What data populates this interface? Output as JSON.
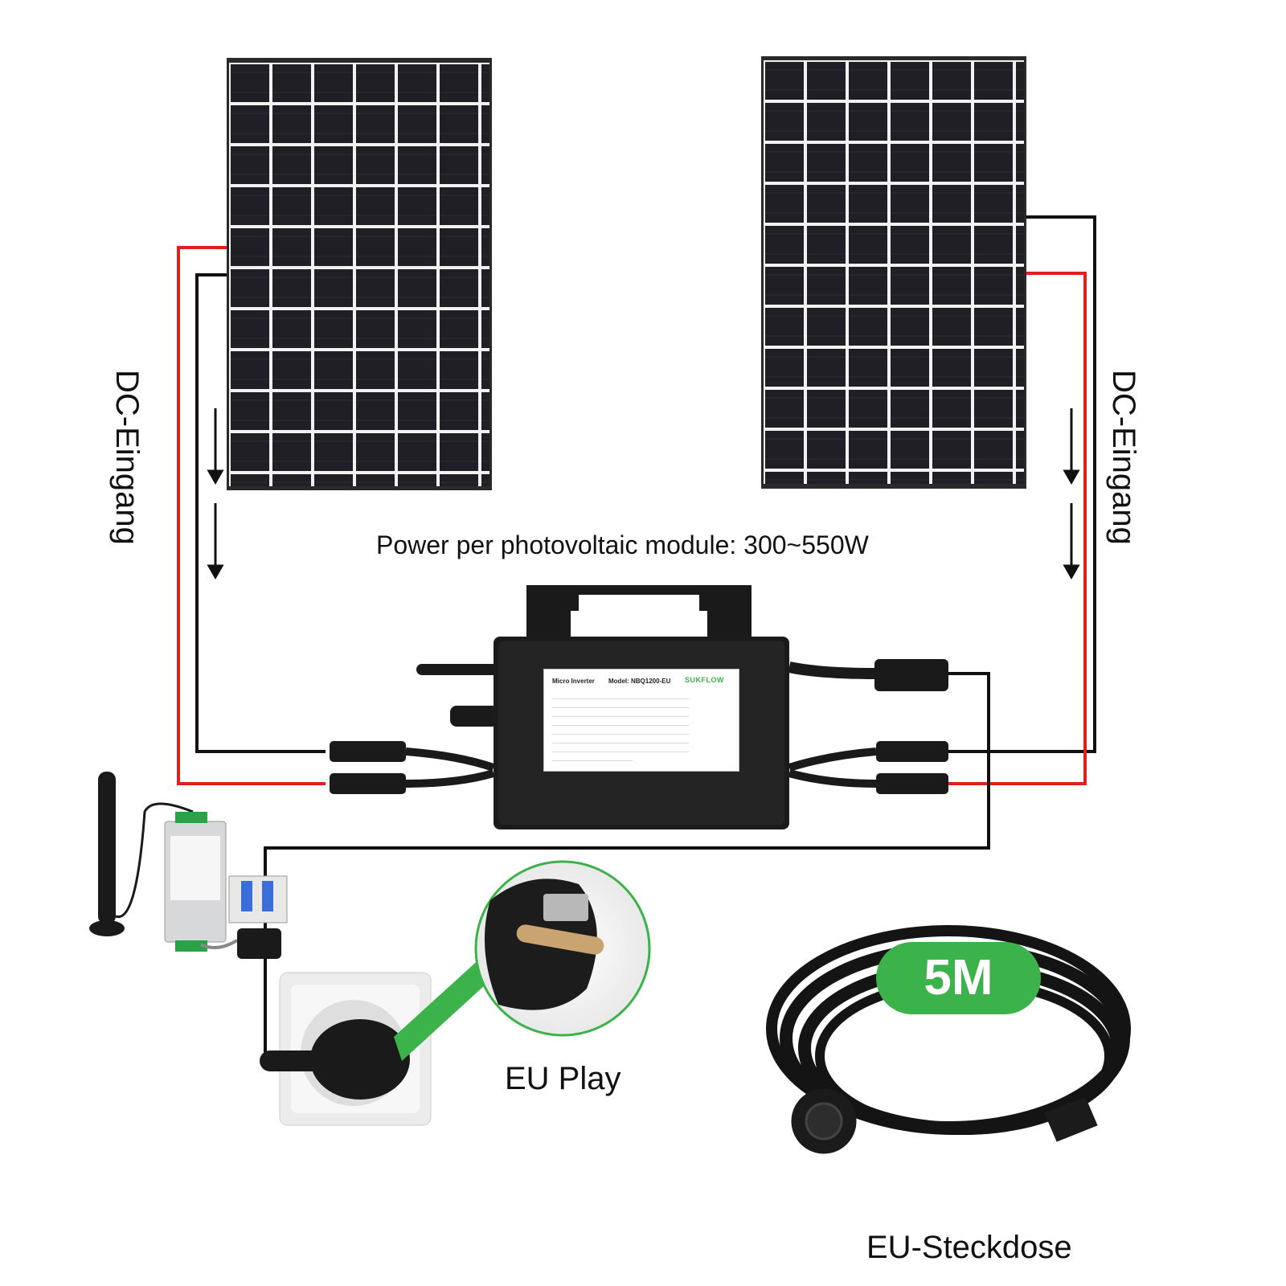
{
  "labels": {
    "dc_input_left": "DC-Eingang",
    "dc_input_right": "DC-Eingang",
    "power_range": "Power per photovoltaic module: 300~550W",
    "plug_caption": "EU Play",
    "socket_caption": "EU-Steckdose",
    "cable_length_badge": "5M"
  },
  "inverter": {
    "type_label": "Micro Inverter",
    "model_label": "Model: NBQ1200-EU",
    "brand": "SUKFLOW"
  },
  "colors": {
    "positive_wire": "#e0201c",
    "negative_wire": "#111111",
    "badge": "#3bb24a",
    "panel_cell": "#1d1d22"
  },
  "icons": [
    "solar-panel-icon",
    "micro-inverter-icon",
    "antenna-icon",
    "smart-meter-icon",
    "circuit-breaker-icon",
    "ct-clamp-icon",
    "wall-socket-icon",
    "schuko-plug-icon",
    "cable-coil-icon"
  ]
}
